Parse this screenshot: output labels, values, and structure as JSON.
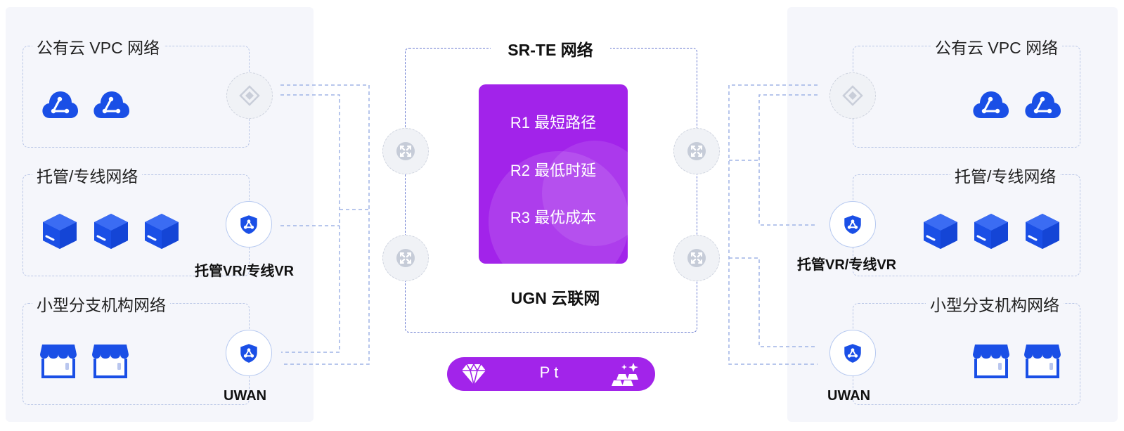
{
  "core": {
    "title": "SR-TE 网络",
    "routes": [
      "R1 最短路径",
      "R2 最低时延",
      "R3 最优成本"
    ],
    "bottom_label": "UGN 云联网",
    "pill_label": "Pt"
  },
  "left": {
    "groups": [
      {
        "title": "公有云 VPC 网络",
        "icon": "cloud-icon",
        "count": 2
      },
      {
        "title": "托管/专线网络",
        "icon": "cube-icon",
        "count": 3
      },
      {
        "title": "小型分支机构网络",
        "icon": "storefront-icon",
        "count": 2
      }
    ],
    "node_labels": [
      "托管VR/专线VR",
      "UWAN"
    ]
  },
  "right": {
    "groups": [
      {
        "title": "公有云 VPC 网络",
        "icon": "cloud-icon",
        "count": 2
      },
      {
        "title": "托管/专线网络",
        "icon": "cube-icon",
        "count": 3
      },
      {
        "title": "小型分支机构网络",
        "icon": "storefront-icon",
        "count": 2
      }
    ],
    "node_labels": [
      "托管VR/专线VR",
      "UWAN"
    ]
  },
  "colors": {
    "accent_blue": "#1a4fe6",
    "purple": "#a223ea",
    "dashed_line": "#9fb4e6",
    "panel_bg": "#f5f6fb"
  }
}
